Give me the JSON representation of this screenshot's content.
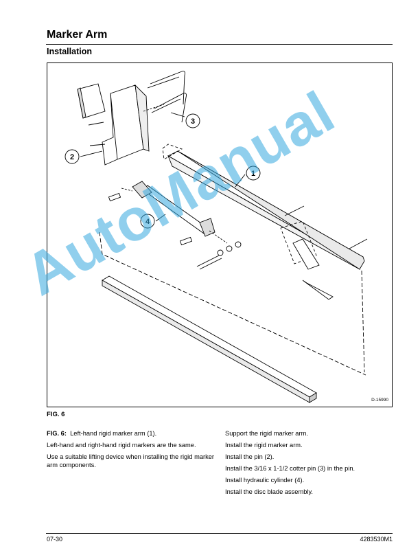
{
  "header": {
    "section_title": "Marker Arm",
    "subsection_title": "Installation"
  },
  "figure": {
    "drawing_id": "D-15990",
    "callouts": [
      "1",
      "2",
      "3",
      "4"
    ],
    "caption": "FIG. 6"
  },
  "body": {
    "left_column": {
      "para1_label": "FIG. 6:",
      "para1_text": "Left-hand rigid marker arm (1).",
      "para2": "Left-hand and right-hand rigid markers are the same.",
      "para3": "Use a suitable lifting device when installing the rigid marker arm components."
    },
    "right_column": [
      "Support the rigid marker arm.",
      "Install the rigid marker arm.",
      "Install the pin (2).",
      "Install the 3/16 x 1-1/2 cotter pin (3) in the pin.",
      "Install hydraulic cylinder (4).",
      "Install the disc blade assembly."
    ]
  },
  "footer": {
    "page_number": "07-30",
    "document_number": "4283530M1"
  },
  "watermark": {
    "text": "AutoManual",
    "color": "#36a9e0"
  }
}
